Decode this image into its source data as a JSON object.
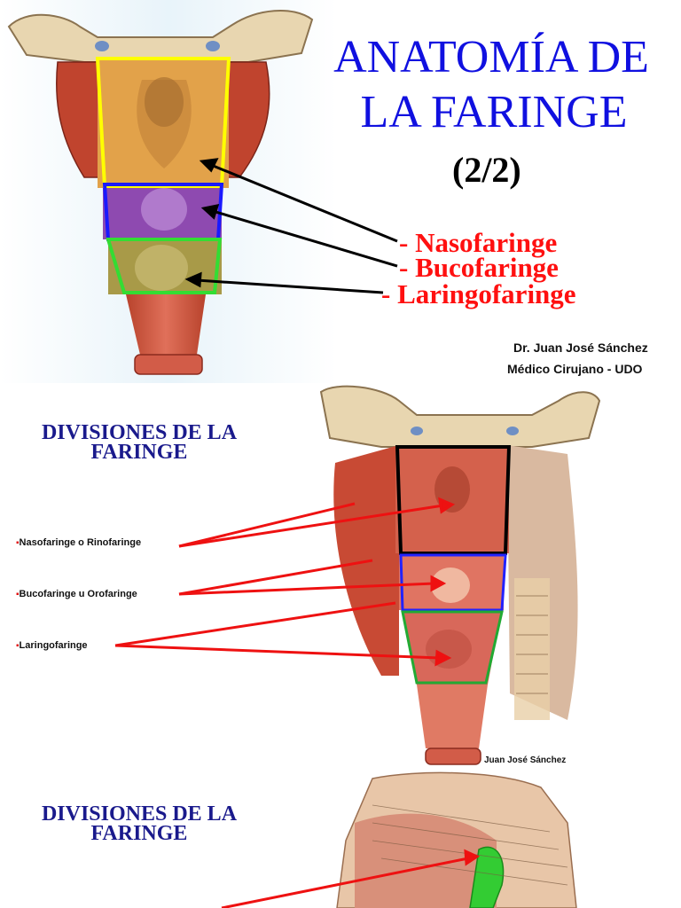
{
  "slide1": {
    "title_line1": "ANATOMÍA DE",
    "title_line2": "LA FARINGE",
    "subtitle": "(2/2)",
    "labels": [
      "- Nasofaringe",
      "- Bucofaringe",
      "- Laringofaringe"
    ],
    "author_name": "Dr. Juan José Sánchez",
    "author_role": "Médico Cirujano - UDO",
    "colors": {
      "title": "#1010e0",
      "labels": "#ff1010",
      "nasopharynx_box": "#ffff00",
      "oropharynx_box": "#1a1aff",
      "laryngopharynx_box": "#33dd33"
    }
  },
  "slide2": {
    "section_title_line1": "DIVISIONES DE LA",
    "section_title_line2": "FARINGE",
    "bullets": [
      "Nasofaringe o Rinofaringe",
      "Bucofaringe u Orofaringe",
      "Laringofaringe"
    ],
    "credit": "Juan José Sánchez",
    "colors": {
      "title": "#1a1a8c",
      "arrows": "#ee1111",
      "nasopharynx_box": "#000000",
      "oropharynx_box": "#2222ff",
      "laryngopharynx_box": "#22aa33"
    }
  },
  "slide3": {
    "section_title_line1": "DIVISIONES DE LA",
    "section_title_line2": "FARINGE",
    "colors": {
      "highlight": "#33cc33",
      "arrows": "#ee1111"
    }
  }
}
